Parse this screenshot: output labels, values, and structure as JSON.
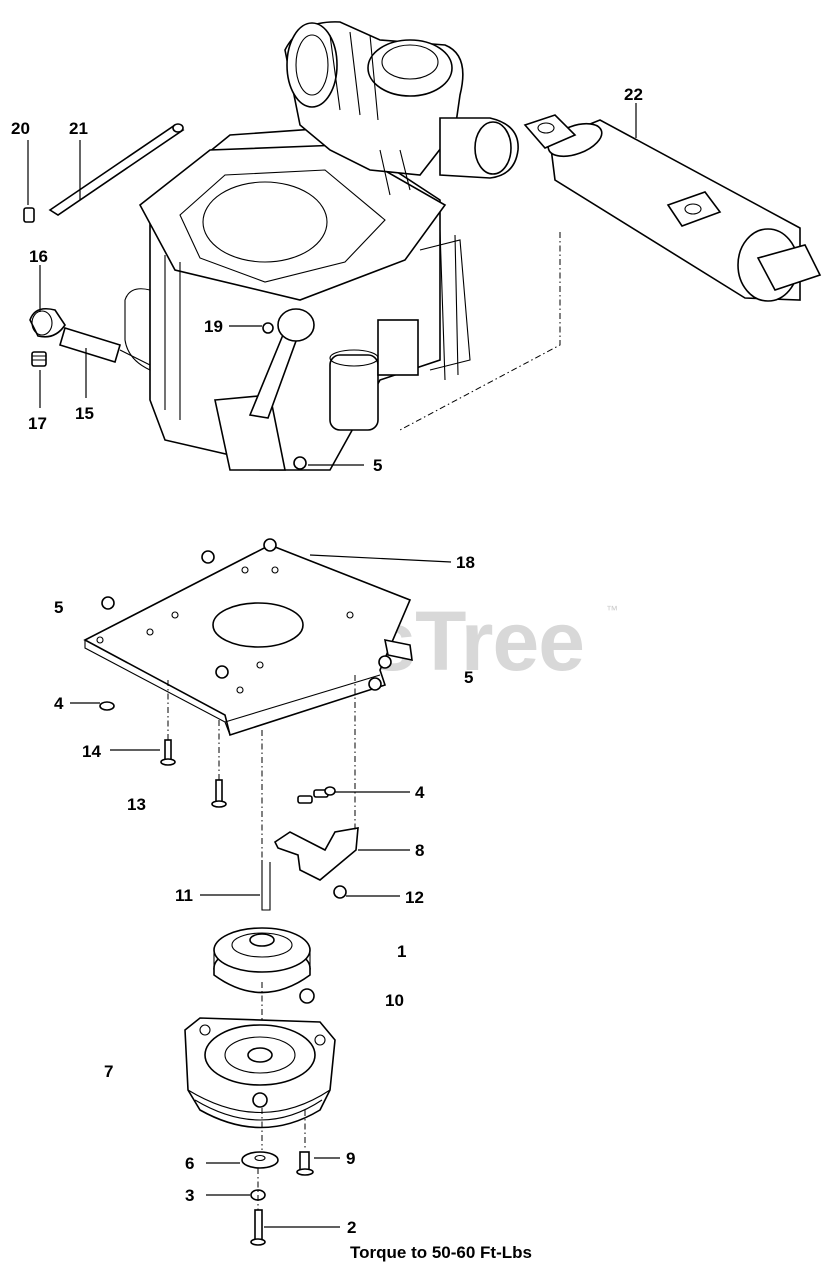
{
  "watermark": {
    "brand": "PartsTree",
    "trademark": "™"
  },
  "callouts": [
    {
      "id": "c20",
      "label": "20"
    },
    {
      "id": "c21",
      "label": "21"
    },
    {
      "id": "c22",
      "label": "22"
    },
    {
      "id": "c16",
      "label": "16"
    },
    {
      "id": "c19",
      "label": "19"
    },
    {
      "id": "c17",
      "label": "17"
    },
    {
      "id": "c15",
      "label": "15"
    },
    {
      "id": "c5a",
      "label": "5"
    },
    {
      "id": "c18",
      "label": "18"
    },
    {
      "id": "c5b",
      "label": "5"
    },
    {
      "id": "c5c",
      "label": "5"
    },
    {
      "id": "c4a",
      "label": "4"
    },
    {
      "id": "c14",
      "label": "14"
    },
    {
      "id": "c13",
      "label": "13"
    },
    {
      "id": "c4b",
      "label": "4"
    },
    {
      "id": "c8",
      "label": "8"
    },
    {
      "id": "c11",
      "label": "11"
    },
    {
      "id": "c12",
      "label": "12"
    },
    {
      "id": "c1",
      "label": "1"
    },
    {
      "id": "c10",
      "label": "10"
    },
    {
      "id": "c7",
      "label": "7"
    },
    {
      "id": "c6",
      "label": "6"
    },
    {
      "id": "c9",
      "label": "9"
    },
    {
      "id": "c3",
      "label": "3"
    },
    {
      "id": "c2",
      "label": "2"
    }
  ],
  "note": "Torque to 50-60 Ft-Lbs"
}
